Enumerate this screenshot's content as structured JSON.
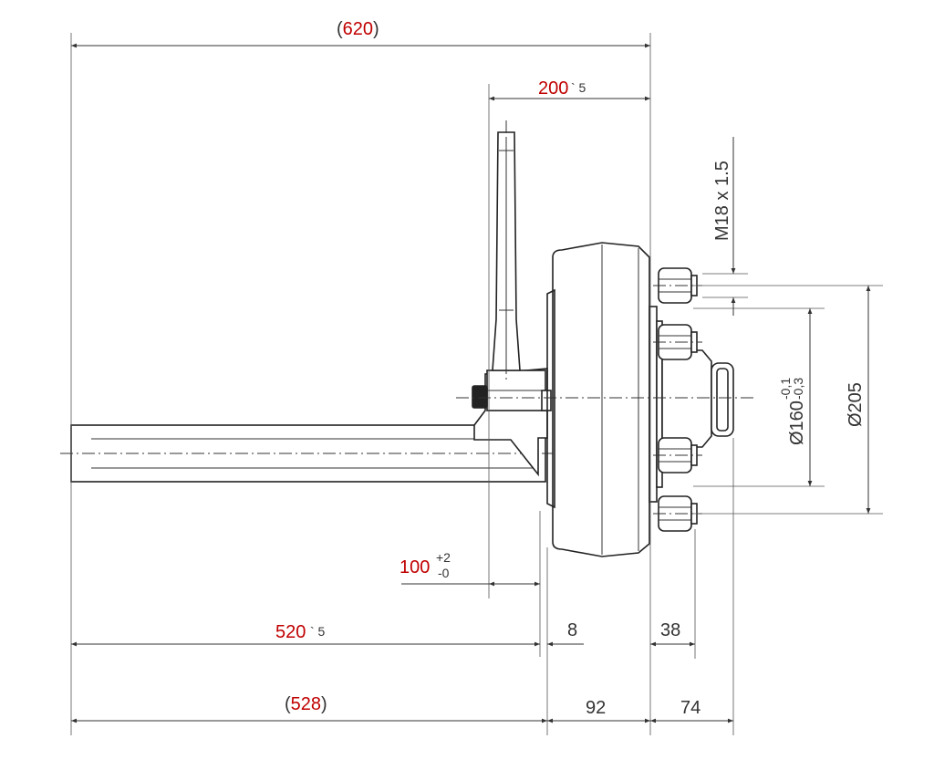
{
  "drawing": {
    "overall_length": "620",
    "overall_length_open": "(",
    "overall_length_close": ")",
    "hub_offset": "200",
    "hub_offset_tol": "` 5",
    "stud_thread": "M18 x 1.5",
    "pcd_inner": "Ø160",
    "pcd_inner_tol_upper": "-0,1",
    "pcd_inner_tol_lower": "-0,3",
    "pcd_outer": "Ø205",
    "arm_length": "100",
    "arm_tol_upper": "+2",
    "arm_tol_lower": "-0",
    "axle_length": "520",
    "axle_length_tol": "` 5",
    "gap_8": "8",
    "gap_38": "38",
    "beam_length": "528",
    "beam_length_open": "(",
    "beam_length_close": ")",
    "drum_width": "92",
    "stud_length": "74"
  },
  "colors": {
    "critical_dim": "#c00000",
    "line": "#333333"
  }
}
